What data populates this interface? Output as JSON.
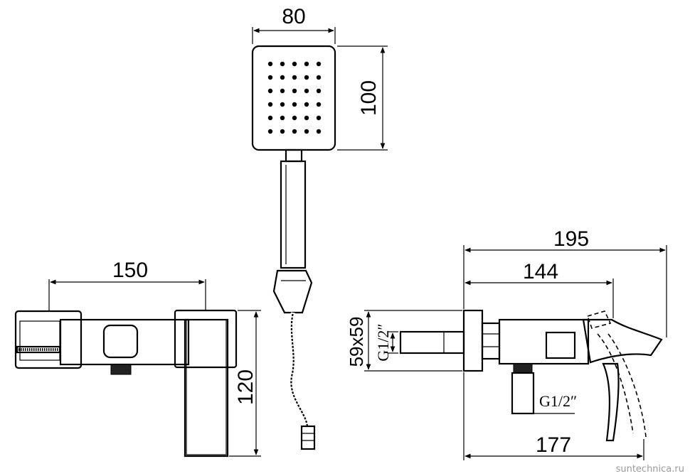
{
  "dimensions": {
    "head_width": "80",
    "head_height": "100",
    "body_width": "150",
    "body_height": "120",
    "total_length": "195",
    "spout_length": "144",
    "base_length": "177",
    "flange_size": "59x59",
    "thread_left": "G1/2″",
    "thread_bottom": "G1/2″"
  },
  "watermark": "suntechnica.ru"
}
